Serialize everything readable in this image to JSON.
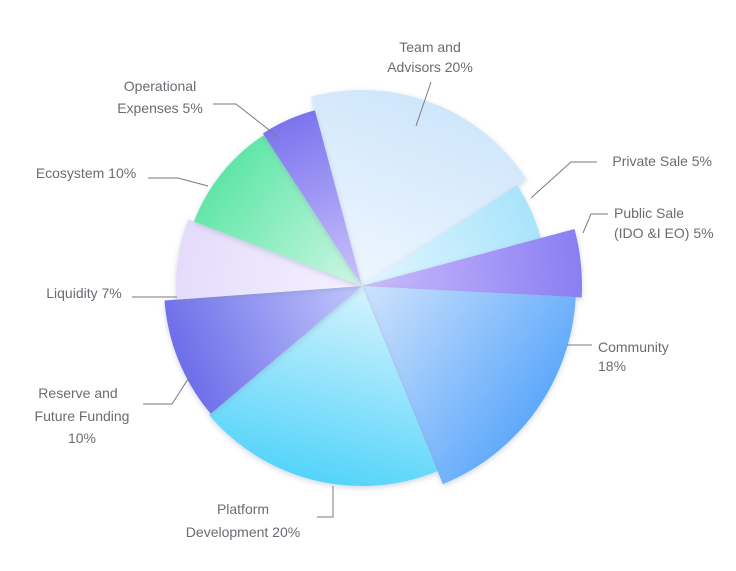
{
  "chart_data": {
    "type": "pie",
    "slices": [
      {
        "name": "Team and Advisors",
        "value": 20,
        "label_lines": [
          "Team and",
          "Advisors 20%"
        ],
        "colors": [
          "#cfe6fb",
          "#eef6ff"
        ]
      },
      {
        "name": "Private Sale",
        "value": 5,
        "label_lines": [
          "Private Sale 5%"
        ],
        "colors": [
          "#a9e4fb",
          "#e3f6ff"
        ]
      },
      {
        "name": "Public Sale (IDO &I EO)",
        "value": 5,
        "label_lines": [
          "Public Sale",
          "(IDO &I EO) 5%"
        ],
        "colors": [
          "#8a7ef2",
          "#cbbcfc"
        ]
      },
      {
        "name": "Community",
        "value": 18,
        "label_lines": [
          "Community",
          "18%"
        ],
        "colors": [
          "#5fa9fb",
          "#cfe3fc"
        ]
      },
      {
        "name": "Platform Development",
        "value": 20,
        "label_lines": [
          "Platform",
          "Development 20%"
        ],
        "colors": [
          "#54d4fa",
          "#d4f3fd"
        ]
      },
      {
        "name": "Reserve and Future Funding",
        "value": 10,
        "label_lines": [
          "Reserve and",
          "Future Funding",
          "10%"
        ],
        "colors": [
          "#6d6de9",
          "#c2c8fb"
        ]
      },
      {
        "name": "Liquidity",
        "value": 7,
        "label_lines": [
          "Liquidity 7%"
        ],
        "colors": [
          "#e4dcfb",
          "#f5f1ff"
        ]
      },
      {
        "name": "Ecosystem",
        "value": 10,
        "label_lines": [
          "Ecosystem 10%"
        ],
        "colors": [
          "#5fe6a6",
          "#d0f7e5"
        ]
      },
      {
        "name": "Operational Expenses",
        "value": 5,
        "label_lines": [
          "Operational",
          "Expenses 5%"
        ],
        "colors": [
          "#7c74ee",
          "#cbc4fb"
        ]
      }
    ],
    "legend": "none",
    "title": ""
  }
}
